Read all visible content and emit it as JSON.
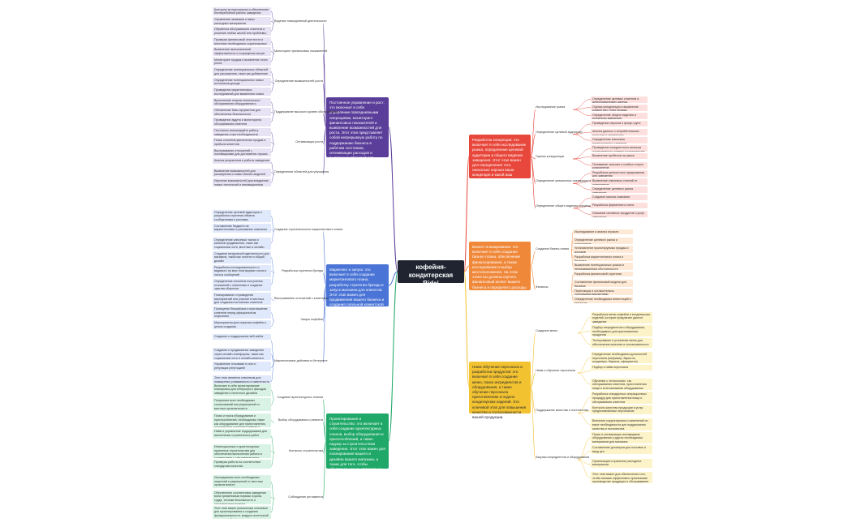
{
  "root": "кофейня-кондитерская Bidai",
  "colors": {
    "root": "#1f2430",
    "red": "#e8473b",
    "orange": "#f0883a",
    "yellow": "#f2c230",
    "purple": "#5a3e9a",
    "blue": "#4a74d6",
    "green": "#1fa868"
  },
  "branches": {
    "red": {
      "text": "Разработка концепции: это включает в себя исследование рынка, определение целевой аудитории и общего видения заведения. Этот этап важен для определения того, насколько хорошо ваша концепция и какой ваш целевой рынок.",
      "groups": [
        {
          "label": "Исследование рынка",
          "items": [
            "Определение целевых клиентов и демографических данных, предпочтения и т.д.",
            "Оценка конкуренции и выявление конкретных точек продаж.",
            "Определение общего видения и концепции заведения."
          ]
        },
        {
          "label": "Определение целевой аудитории",
          "items": [
            "Проведение опросов и фокус-групп",
            "Анализ данных о потребительских расходах и тенденциях",
            "Определение ключевых потенциальных клиентов"
          ]
        },
        {
          "label": "Оценка конкуренции",
          "items": [
            "Проведение конкурентного анализа существующих кофеен и кондитерских в регионе",
            "Выявление пробелов на рынке",
            "Понимание сильных и слабых сторон конкурентов"
          ]
        },
        {
          "label": "Определение уникальных преимуществ",
          "items": [
            "Разработка ценностного предложения для заведения",
            "Выявление ключевых отличий от конкурентов",
            "Определение целевого рынка заведения"
          ]
        },
        {
          "label": "Определение общего видения концепции",
          "items": [
            "Создание миссии компании",
            "Разработка фирменного стиля",
            "Описание основных продуктов и услуг заведения"
          ]
        }
      ]
    },
    "orange": {
      "text": "Бизнес-планирование: это включает в себя создание бизнес-плана, обеспечение финансирования, а также исследование и выбор местоположения. На этом этапе вы должны изучить финансовый аспект вашего бизнеса и определить расходы и доходы вашего бизнеса.",
      "groups": [
        {
          "label": "Создание бизнес-плана",
          "items": [
            "Исследование и анализ отрасли",
            "Определение целевого рынка и конкурентов",
            "Установление проектируемых продаж и доходов",
            "Разработка маркетингового плана и бюджета",
            "Выявление потенциальных рисков и непредвиденных обстоятельств"
          ]
        },
        {
          "label": "Финансы",
          "items": [
            "Разработка финансовой стратегии",
            "Составление финансовой модели для бизнеса",
            "Переговоры и согласительно состоящими вариантами финансирования",
            "Определение необходимых инвестиций и ресурсов"
          ]
        }
      ]
    },
    "yellow": {
      "text": "Наем Обучение персонала и разработка продуктов: это включает в себя создание меню, поиск ингредиентов и оборудования, а также обучение персонала приготовлению и подаче кондитерских изделий. Это ключевой этап для повышения качества и согласованности вашей продукции.",
      "groups": [
        {
          "label": "Создание меню",
          "items": [
            "Разработка меню кофейни и кондитерских изделий, которые предлагает данное заведение",
            "Подбор ингредиентов и оборудования, необходимого для приготовления продуктов",
            "Тестирование и уточнение меню для обеспечения качества и согласованности"
          ]
        },
        {
          "label": "Наём и обучение персонала",
          "items": [
            "Определение необходимых должностей персонала (например, баристы, кондитеры, бариста, официанты)",
            "Подбор и найм персонала",
            "Обучение о технологиях, так обслуживания клиентов, приготовления пищи и использования оборудования"
          ]
        },
        {
          "label": "Поддержание качества и постоянства",
          "items": [
            "Разработка стандартных операционных процедур для приготовления пищи и обслуживания клиентов",
            "Контроль качества продукции и услуг, предоставляемых персоналом",
            "Внесение корректировок и изменений по мере необходимости для поддержания качества и постоянства"
          ]
        },
        {
          "label": "Закупка ингредиентов и оборудования",
          "items": [
            "Поиск и оптимизация поставщиков оборудования и других необходимых материалов для магазина",
            "Составление договоров для поставок и ввод цен",
            "Организация и хранение расходных материалов",
            "Этот этап важен для обеспечения того, чтобы магазин эффективно организовал производство продукции и обслуживание клиентов, что необходимо для выполнения и удержания клиентов. Обучение и поддержание качества должны быть постоянными задачами, чтобы магазин оставался конкурентоспособным на рынке."
          ]
        }
      ]
    },
    "purple": {
      "text": "Постоянное управление и рост: это включает в себя управление повседневными операциями, мониторинг финансовых показателей и выявление возможностей для роста. Этот этап представляет собой непрерывную работу по поддержанию бизнеса в рабочем состоянии, оптимизации расходов и выявлению областей для расширения.",
      "groups": [
        {
          "label": "Ведение повседневной деятельности",
          "items": [
            "Контроль за персоналом и обеспечение бесперебойной работы заведения",
            "Управление запасами и заказ расходных материалов",
            "Обработка обслуживания клиентов и решение любых жалоб или проблемы, которые возникают"
          ]
        },
        {
          "label": "Мониторинг финансовых показателей",
          "items": [
            "Проверка финансовой отчетности и внесение необходимых корректировок",
            "Выявление экономической эффективности и сокращения затрат",
            "Мониторинг продаж и выявление точек роста"
          ]
        },
        {
          "label": "Определение возможностей роста",
          "items": [
            "Определение потенциальных областей для расширения, таких как добавление дополнительных мест или расширение меню или предложений продуктов",
            "Определение потенциальных новых источников дохода",
            "Проведение маркетинговых исследований для выявления новых тенденций и возможностей"
          ]
        },
        {
          "label": "Поддержание высокого уровня обслуживания",
          "items": [
            "Выполнение планов технического обслуживания оборудования и помещений",
            "Обновление базы аргументов для обеспечения безопасности",
            "Проведение аудита и мониторинга обслуживания клиентов"
          ]
        },
        {
          "label": "Оптимизация роста",
          "items": [
            "Постоянно анализируйте работу заведения и при необходимости вносите коррективы",
            "Поиск способов увеличения продаж и прибыли клиентов",
            "Выстраивание отношений с поставщиками для достижения лучших результатов и качества"
          ]
        },
        {
          "label": "Определение областей для улучшения",
          "items": [
            "Анализ результатов и работы заведения",
            "Выявление возможностей для расширения и новых бизнес-моделей",
            "Изучение возможностей для внедрения новых технологий и инновационных решений"
          ]
        }
      ]
    },
    "blue": {
      "text": "Маркетинг и запуск: это включает в себя создание маркетингового плана, разработку стратегии бренда и запуск магазина для клиентов. Этот этап важен для продвижения вашего бизнеса и создания лояльной клиентской базы.",
      "groups": [
        {
          "label": "Создание стратегического маркетингового плана",
          "items": [
            "Определение целевой аудитории и разработка стратегии обмена сообщениями и рекламы",
            "Составление бюджета на маркетинговые и рекламные компании",
            "Определение ключевых тактик и каналов продвижения, таких как социальные сети, местные и онлайн-объявления"
          ]
        },
        {
          "label": "Разработка стратегии бренда",
          "items": [
            "Создание визуальной идентичности для магазина, такой как логотип и общий дизайн",
            "Разработка последовательного и видимого на всех платформах стиля и голоса сообщений",
            "Определение способов построения отношений с клиентами и создание чувства общности"
          ]
        },
        {
          "label": "Выстраивание отношений с клиентами",
          "items": [
            "Планирование и проведение мероприятий или участие в местных для создания постоянных клиентов"
          ]
        },
        {
          "label": "Запуск кофейни",
          "items": [
            "Посещение ближайших и приглашение клиентов перед официальным открытием",
            "Мероприятия для открытия кофейни с целью создания"
          ]
        },
        {
          "label": "Маркетинговые действия в Интернете",
          "items": [
            "Создание и поддержание веб-сайта",
            "Создание и продвижение заведения через онлайн-платформы, такие как социальные сети и онлайн-каталоги",
            "Управление отзывами в сети и репутация репутацией",
            "Этот этап является ключевым для повышения узнаваемости и известности кофейни и создания клиентской базы. Важно тщательно планировать и эффективно продвигать магазин и проверять результаты его маркетинговой деятельности."
          ]
        }
      ]
    },
    "green": {
      "text": "Проектирование и строительство: это включает в себя создание архитектурных планов, выбор оборудования и приспособлений, а также надзор за строительством заведения. Этот этап важен для планирования вашего и дизайна вашего магазина, а также для того, чтобы убедиться, что он оптимально функционален и соответствует правилам.",
      "groups": [
        {
          "label": "Создание архитектурных планов",
          "items": [
            "Включает в себя проектирование планировок для интерьера и фасадов заведения и понятного дизайна магазина",
            "Получение всех необходимых согласований или разрешений от местных органов власти"
          ]
        },
        {
          "label": "Выбор оборудования и ремонта",
          "items": [
            "Поиск и поиск оборудования и приспособлений, необходимых такие как оборудование для приготовления, холодильные установки мебели и посуда зонды"
          ]
        },
        {
          "label": "Контроль строительства",
          "items": [
            "Найм и управление подрядчиками для выполнения строительных работ",
            "Инспекционные и архитектурные проектные строительства для обеспечения выполнения работы в соответствии с спецификациями",
            "Проверка работы на соответствие стандартам качества"
          ]
        },
        {
          "label": "Соблюдение регламента",
          "items": [
            "Исследование всех необходимых лицензий и разрешений от местных органов власти",
            "Обеспечение соответствия заведения всем применимым нормам охраны труда, техники безопасности и строительным нормам",
            "Этот этап важен уникальные ключевые для проектирования и создания функциональности, воздухо-эстетичной вкусу нужной оформления магазина, которые будут привлекать покупателей и соответствовать правилам и стандартам безопасности."
          ]
        }
      ]
    }
  }
}
